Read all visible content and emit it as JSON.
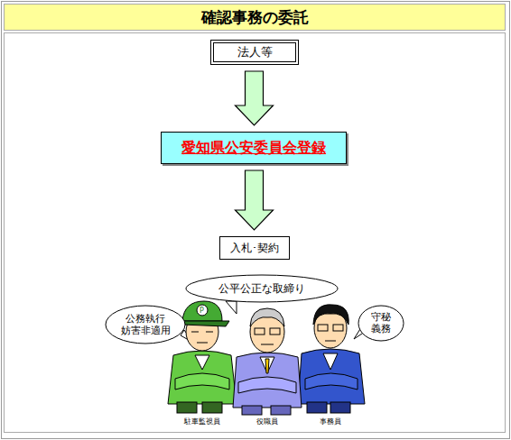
{
  "diagram": {
    "title": "確認事務の委託",
    "nodes": [
      {
        "text": [
          "法人等"
        ]
      },
      {
        "text": [
          "愛知県公安委員会登録"
        ]
      },
      {
        "text": [
          "入札･契約"
        ]
      },
      {
        "text": [
          "公平公正な取締り"
        ]
      },
      {
        "text": [
          "公務執行 妨害非適用"
        ]
      },
      {
        "text": [
          "守秘 義務"
        ]
      }
    ],
    "edges": [
      {
        "from": 0,
        "to": 1,
        "arrow": "to"
      },
      {
        "from": 1,
        "to": 2,
        "arrow": "to"
      }
    ],
    "labels": [
      "駐車監視員",
      "役職員",
      "事務員"
    ]
  }
}
